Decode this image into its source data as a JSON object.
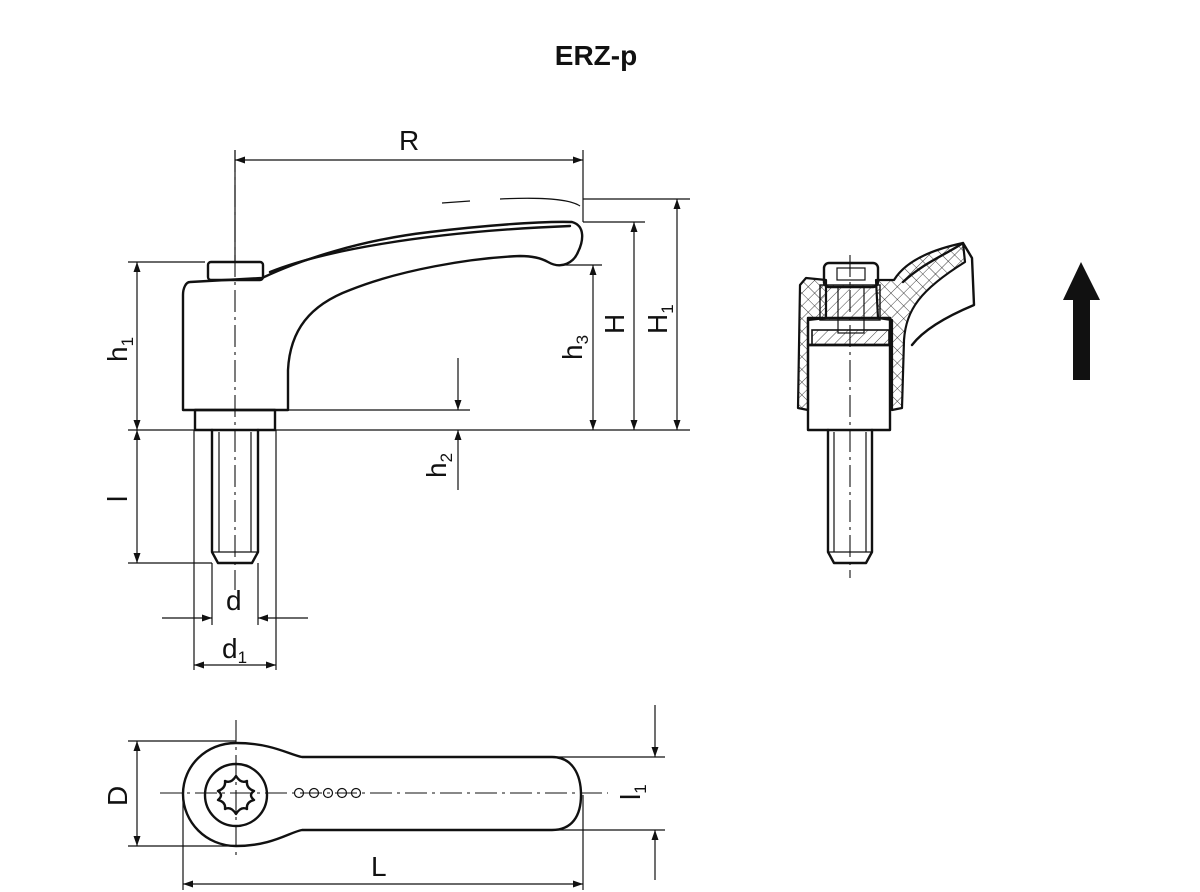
{
  "title": "ERZ-p",
  "dimensions": {
    "R": "R",
    "H": "H",
    "H1": {
      "base": "H",
      "sub": "1"
    },
    "h1": {
      "base": "h",
      "sub": "1"
    },
    "h2": {
      "base": "h",
      "sub": "2"
    },
    "h3": {
      "base": "h",
      "sub": "3"
    },
    "l": "l",
    "d": "d",
    "d1": {
      "base": "d",
      "sub": "1"
    },
    "D": "D",
    "L": "L",
    "l1": {
      "base": "l",
      "sub": "1"
    }
  },
  "icons": [
    "arrow-up-icon",
    "torx-socket-icon"
  ]
}
